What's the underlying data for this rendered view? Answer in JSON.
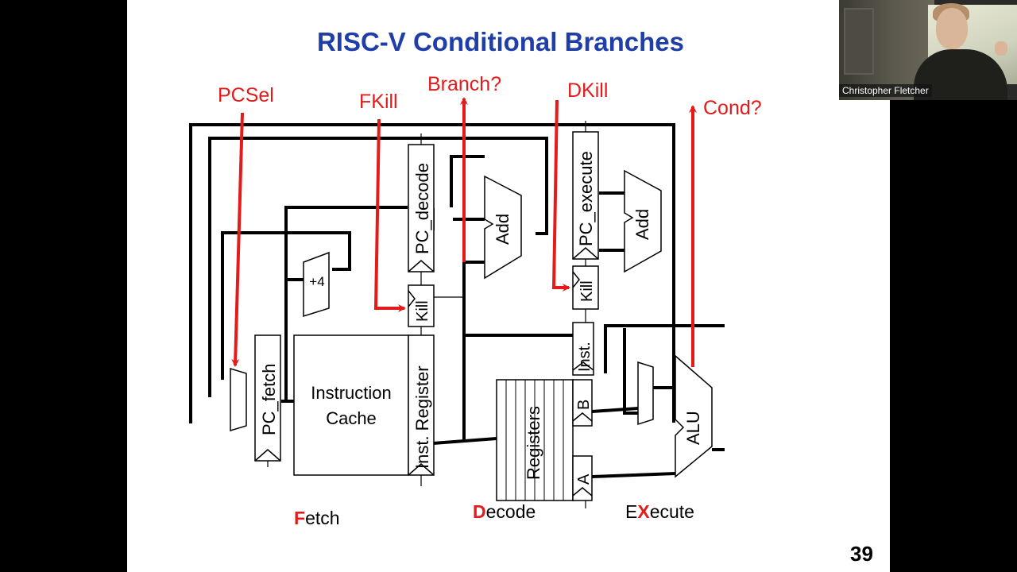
{
  "slide": {
    "title": "RISC-V Conditional Branches",
    "page_number": "39",
    "control_signals": {
      "pcsel": "PCSel",
      "fkill": "FKill",
      "branch": "Branch?",
      "dkill": "DKill",
      "cond": "Cond?"
    },
    "components": {
      "pc_fetch": "PC_fetch",
      "instruction_cache_line1": "Instruction",
      "instruction_cache_line2": "Cache",
      "plus4": "+4",
      "kill": "Kill",
      "pc_decode": "PC_decode",
      "inst_register": "Inst. Register",
      "add": "Add",
      "registers": "Registers",
      "pc_execute": "PC_execute",
      "inst": "Inst.",
      "b": "B",
      "a": "A",
      "alu": "ALU"
    },
    "stages": {
      "fetch_initial": "F",
      "fetch_rest": "etch",
      "decode_initial": "D",
      "decode_rest": "ecode",
      "execute_prefix": "E",
      "execute_initial": "X",
      "execute_rest": "ecute"
    },
    "colors": {
      "title": "#1f3ea8",
      "signal": "#e31b1b",
      "wire": "#000000"
    }
  },
  "webcam": {
    "speaker_name": "Christopher Fletcher"
  }
}
